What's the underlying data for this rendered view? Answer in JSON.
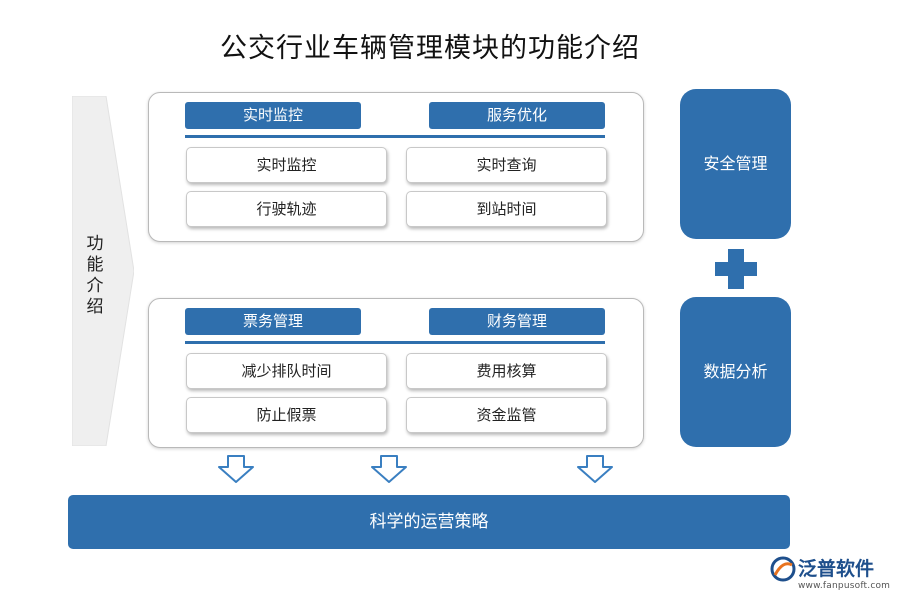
{
  "title": "公交行业车辆管理模块的功能介绍",
  "side_label": "功能介绍",
  "panels": [
    {
      "headers": [
        "实时监控",
        "服务优化"
      ],
      "items": [
        "实时监控",
        "实时查询",
        "行驶轨迹",
        "到站时间"
      ]
    },
    {
      "headers": [
        "票务管理",
        "财务管理"
      ],
      "items": [
        "减少排队时间",
        "费用核算",
        "防止假票",
        "资金监管"
      ]
    }
  ],
  "right_boxes": [
    "安全管理",
    "数据分析"
  ],
  "bottom_bar": "科学的运营策略",
  "logo": {
    "name": "泛普软件",
    "url": "www.fanpusoft.com"
  },
  "colors": {
    "accent": "#2f6fad",
    "arrow_fill": "#f0f0f0",
    "down_arrow_outline": "#3a7fc1"
  }
}
